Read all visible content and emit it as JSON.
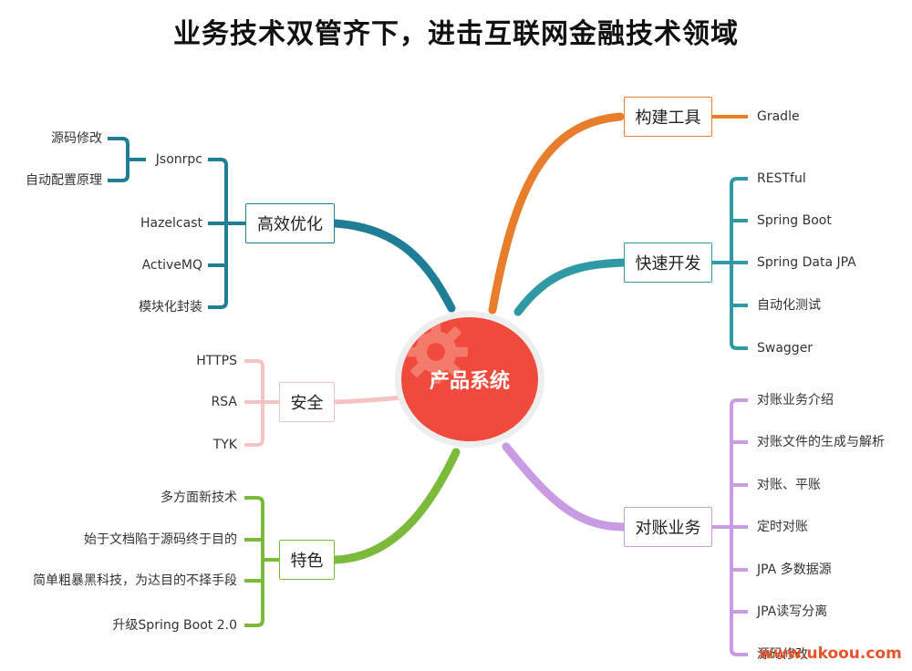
{
  "title": "业务技术双管齐下，进击互联网金融技术领域",
  "center": "产品系统",
  "colors": {
    "center": "#f04a3c",
    "build": "#e87d2c",
    "fastdev": "#2f9aa3",
    "reconcile": "#c89be3",
    "optimize": "#1f7d95",
    "security": "#f4c4c4",
    "feature": "#7cba3c"
  },
  "branches": {
    "build": {
      "label": "构建工具",
      "leaves": [
        "Gradle"
      ]
    },
    "fastdev": {
      "label": "快速开发",
      "leaves": [
        "RESTful",
        "Spring Boot",
        "Spring Data JPA",
        "自动化测试",
        "Swagger"
      ]
    },
    "reconcile": {
      "label": "对账业务",
      "leaves": [
        "对账业务介绍",
        "对账文件的生成与解析",
        "对账、平账",
        "定时对账",
        "JPA 多数据源",
        "JPA读写分离",
        "源码修改"
      ]
    },
    "optimize": {
      "label": "高效优化",
      "leaves": [
        "Jsonrpc",
        "Hazelcast",
        "ActiveMQ",
        "模块化封装"
      ],
      "jsonrpc_children": [
        "源码修改",
        "自动配置原理"
      ]
    },
    "security": {
      "label": "安全",
      "leaves": [
        "HTTPS",
        "RSA",
        "TYK"
      ]
    },
    "feature": {
      "label": "特色",
      "leaves": [
        "多方面新技术",
        "始于文档陷于源码终于目的",
        "简单粗暴黑科技，为达目的不择手段",
        "升级Spring Boot 2.0"
      ]
    }
  },
  "watermark": "www.ukoou.com"
}
